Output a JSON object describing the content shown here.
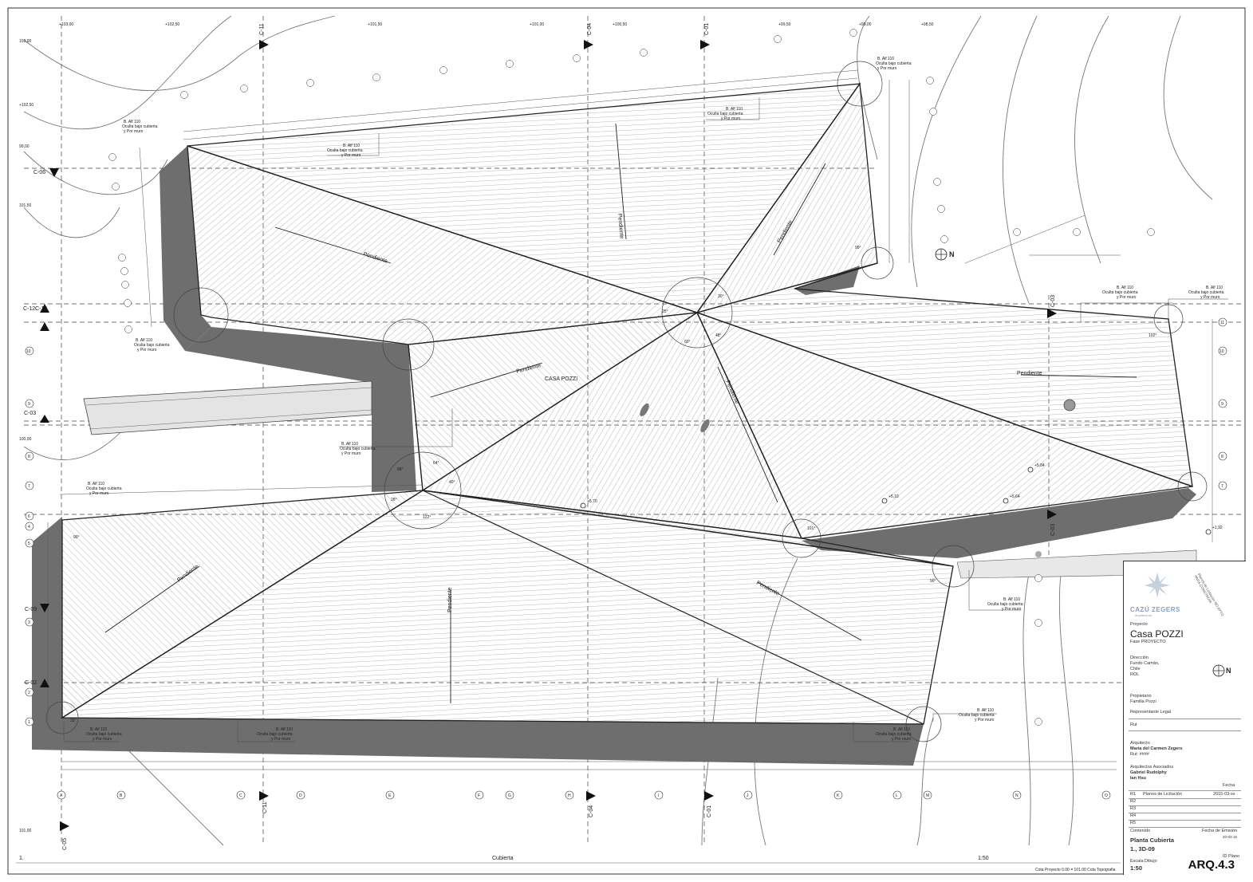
{
  "drawing": {
    "roof_label": "CASA POZZI",
    "slope_label": "Pendiente",
    "eave_note": [
      "B. Alf 110",
      "Oculta bajo cubierta",
      "y Por muro"
    ],
    "section_markers": [
      "C-11",
      "C-04",
      "C-01",
      "C-06",
      "C-10",
      "C-12",
      "C-03",
      "C-09",
      "C-02",
      "C-05"
    ],
    "grid_letters": [
      "A",
      "B",
      "C",
      "D",
      "E",
      "F",
      "G",
      "H",
      "I",
      "J",
      "K",
      "L",
      "M",
      "N",
      "O"
    ],
    "grid_numbers": [
      "1",
      "2",
      "3",
      "4",
      "5",
      "6",
      "7",
      "8",
      "9",
      "10",
      "11"
    ],
    "contour_labels": [
      "+103,00",
      "+102,50",
      "+101,50",
      "+101,00",
      "+100,50",
      "+99,50",
      "+99,00",
      "+98,50",
      "100,00",
      "+102,50",
      "99,00",
      "101,50",
      "103,00",
      "101,00"
    ],
    "angles": [
      "90°",
      "33°",
      "88°",
      "64°",
      "40°",
      "122°",
      "28°",
      "60°",
      "25°",
      "30°",
      "48°",
      "101°",
      "102°",
      "90°",
      "99°"
    ],
    "elevations": [
      "+5,70",
      "+5,10",
      "+5,64",
      "+5,84",
      "+1,92"
    ],
    "north_symbol": "N"
  },
  "footer": {
    "sheet_number": "1.",
    "sheet_title": "Cubierta",
    "scale": "1:50",
    "datum_note": "Cota Proyecto 0.00 = 101.00 Cota Topografia"
  },
  "title_block": {
    "brand": "CAZÚ ZEGERS",
    "brand_sub": "arquitectura",
    "stamp": "Planos de Licitación NO APTO PARA CONSTRUIR",
    "project_label": "Proyecto",
    "project_name": "Casa POZZI",
    "phase": "Fase PROYECTO",
    "address_label": "Dirección",
    "address_lines": [
      "Fundo Camán,",
      "Chile",
      "ROL"
    ],
    "owner_label": "Propietario",
    "owner": "Familia Pozzi",
    "legal_rep_label": "Representante Legal",
    "rut_label": "Rut",
    "architect_label": "Arquitecto",
    "architect": "María del Carmen Zegers",
    "architect_rut": "Rut: ####",
    "associates_label": "Arquitectos Asociados",
    "associates": [
      "Gabriel Rudolphy",
      "Ian Hsu"
    ],
    "date_header": "Fecha",
    "revisions": [
      {
        "id": "R1",
        "desc": "Planos de Licitación",
        "date": "2015-03-xx"
      },
      {
        "id": "R2",
        "desc": "",
        "date": ""
      },
      {
        "id": "R3",
        "desc": "",
        "date": ""
      },
      {
        "id": "R4",
        "desc": "",
        "date": ""
      },
      {
        "id": "R5",
        "desc": "",
        "date": ""
      }
    ],
    "content_label": "Contenido",
    "issue_date_label": "Fecha de Emisión",
    "issue_date": "20-03-15",
    "content": "Planta Cubierta",
    "content_ref": "1., 3D-09",
    "scale_label": "Escala Dibujo",
    "scale": "1:50",
    "plan_id_label": "ID Plano",
    "plan_id": "ARQ.4.3"
  }
}
